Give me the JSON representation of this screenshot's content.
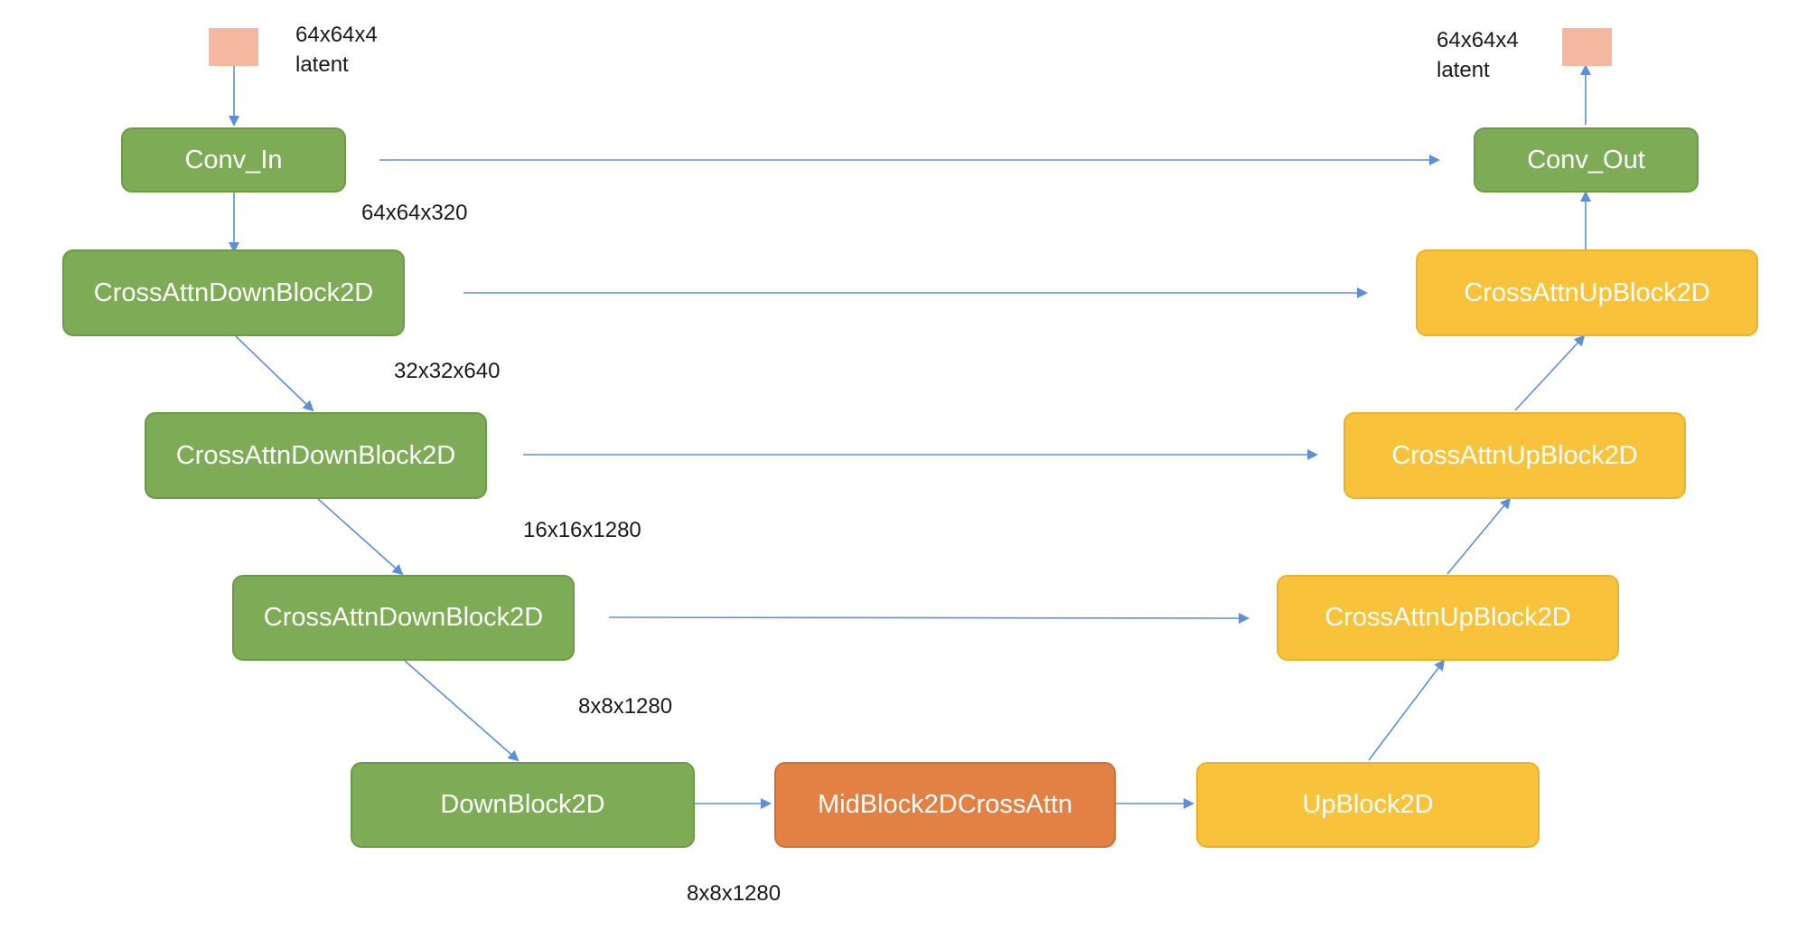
{
  "colors": {
    "down_block": "#7eab55",
    "up_block": "#f8c23a",
    "mid_block": "#e38044",
    "latent": "#f6b7a1",
    "arrow": "#5b8fd9"
  },
  "input": {
    "shape": "64x64x4",
    "label": "latent"
  },
  "output": {
    "shape": "64x64x4",
    "label": "latent"
  },
  "blocks": {
    "conv_in": "Conv_In",
    "conv_out": "Conv_Out",
    "down1": "CrossAttnDownBlock2D",
    "down2": "CrossAttnDownBlock2D",
    "down3": "CrossAttnDownBlock2D",
    "down4": "DownBlock2D",
    "mid": "MidBlock2DCrossAttn",
    "up1": "UpBlock2D",
    "up2": "CrossAttnUpBlock2D",
    "up3": "CrossAttnUpBlock2D",
    "up4": "CrossAttnUpBlock2D"
  },
  "dims": {
    "after_conv_in": "64x64x320",
    "after_down1": "32x32x640",
    "after_down2": "16x16x1280",
    "after_down3": "8x8x1280",
    "after_down4": "8x8x1280"
  }
}
